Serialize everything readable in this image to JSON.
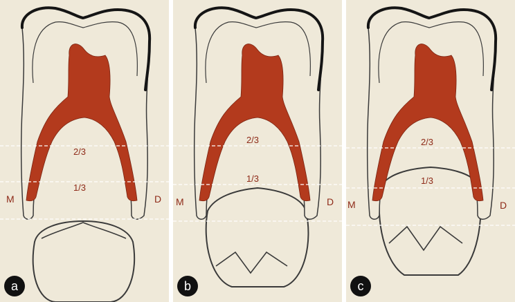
{
  "colors": {
    "background": "#efe9d9",
    "pulp": "#b33a1d",
    "enamel": "#151515",
    "outline": "#3a3a3a",
    "guide_line": "#ffffff",
    "label_text": "#8e2a18",
    "badge": "#111111"
  },
  "labels": {
    "upper_third": "2/3",
    "lower_third": "1/3",
    "mesial": "M",
    "distal": "D"
  },
  "panels": [
    {
      "badge": "a"
    },
    {
      "badge": "b"
    },
    {
      "badge": "c"
    }
  ]
}
